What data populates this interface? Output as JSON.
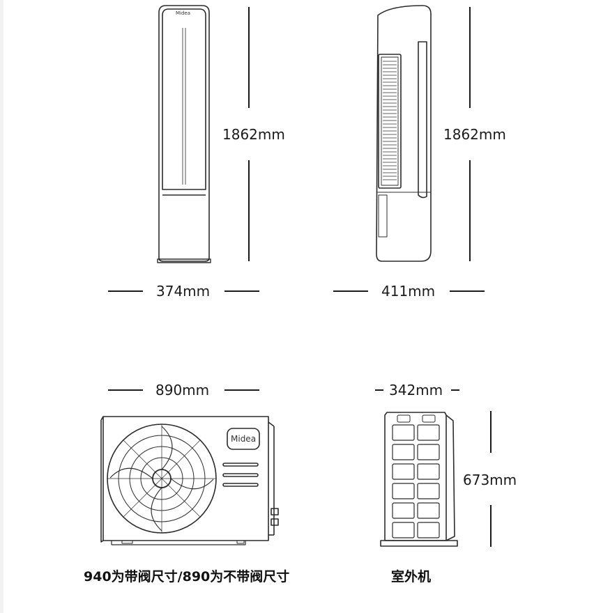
{
  "brand": "Midea",
  "indoor_front": {
    "height_label": "1862mm",
    "width_label": "374mm"
  },
  "indoor_side": {
    "height_label": "1862mm",
    "depth_label": "411mm"
  },
  "outdoor_front": {
    "width_label": "890mm",
    "caption": "940为带阀尺寸/890为不带阀尺寸"
  },
  "outdoor_side": {
    "depth_label": "342mm",
    "height_label": "673mm",
    "caption": "室外机"
  },
  "colors": {
    "line": "#2b2b2b",
    "dim_line": "#1a1a1a",
    "background": "#ffffff"
  }
}
